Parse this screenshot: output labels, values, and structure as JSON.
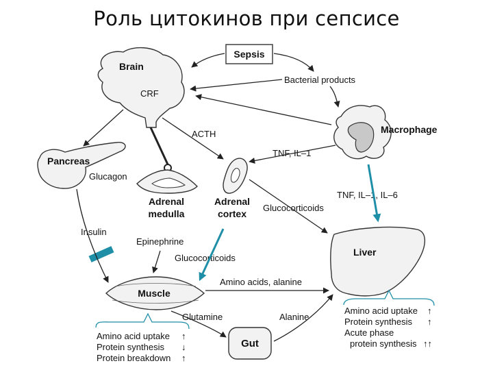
{
  "title": "Роль цитокинов при сепсисе",
  "nodes": {
    "sepsis": "Sepsis",
    "brain": "Brain",
    "crf": "CRF",
    "bacterial_products": "Bacterial products",
    "macrophage": "Macrophage",
    "pancreas": "Pancreas",
    "glucagon": "Glucagon",
    "acth": "ACTH",
    "tnf_il1": "TNF, IL–1",
    "tnf_il1_il6": "TNF, IL–1, IL–6",
    "adrenal_medulla": [
      "Adrenal",
      "medulla"
    ],
    "adrenal_cortex": [
      "Adrenal",
      "cortex"
    ],
    "glucocorticoids_right": "Glucocorticoids",
    "insulin": "Insulin",
    "epinephrine": "Epinephrine",
    "glucocorticoids_mid": "Glucocorticoids",
    "liver": "Liver",
    "muscle": "Muscle",
    "amino_acids": "Amino acids, alanine",
    "glutamine": "Glutamine",
    "alanine": "Alanine",
    "gut": "Gut"
  },
  "muscle_effects": [
    {
      "label": "Amino acid uptake",
      "arrow": "↑"
    },
    {
      "label": "Protein synthesis",
      "arrow": "↓"
    },
    {
      "label": "Protein breakdown",
      "arrow": "↑"
    }
  ],
  "liver_effects": [
    {
      "label": "Amino acid uptake",
      "arrow": "↑"
    },
    {
      "label": "Protein synthesis",
      "arrow": "↑"
    },
    {
      "label": "Acute phase",
      "arrow": ""
    },
    {
      "label": "protein synthesis",
      "arrow": "↑↑"
    }
  ],
  "colors": {
    "accent": "#1f8fa8",
    "organ_fill": "#f2f2f2",
    "macrophage_nucleus": "#c8c8c8"
  }
}
